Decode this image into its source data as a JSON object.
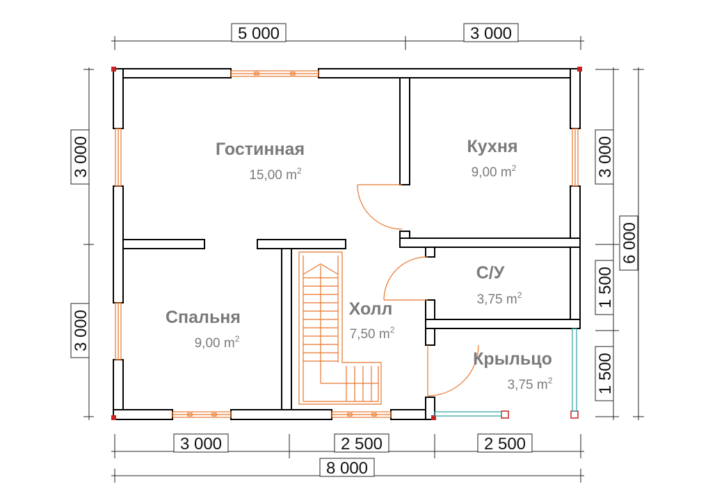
{
  "rooms": {
    "living": {
      "name": "Гостинная",
      "area": "15,00 m",
      "unit_sup": "2"
    },
    "kitchen": {
      "name": "Кухня",
      "area": "9,00 m",
      "unit_sup": "2"
    },
    "bathroom": {
      "name": "С/У",
      "area": "3,75 m",
      "unit_sup": "2"
    },
    "hall": {
      "name": "Холл",
      "area": "7,50 m",
      "unit_sup": "2"
    },
    "bedroom": {
      "name": "Спальня",
      "area": "9,00 m",
      "unit_sup": "2"
    },
    "porch": {
      "name": "Крыльцо",
      "area": "3,75 m",
      "unit_sup": "2"
    }
  },
  "dimensions": {
    "top_left": "5 000",
    "top_right": "3 000",
    "bottom_1": "3 000",
    "bottom_2": "2 500",
    "bottom_3": "2 500",
    "bottom_total": "8 000",
    "left_upper": "3 000",
    "left_lower": "3 000",
    "right_upper": "3 000",
    "right_middle": "1 500",
    "right_lower": "1 500",
    "right_total": "6 000"
  },
  "colors": {
    "wall_outline": "#000000",
    "window": "#e8742a",
    "door": "#e8742a",
    "stair": "#e8742a",
    "corner_marker": "#cc1f1f",
    "railing": "#2aa0a0",
    "room_label": "#7a7a7a"
  }
}
